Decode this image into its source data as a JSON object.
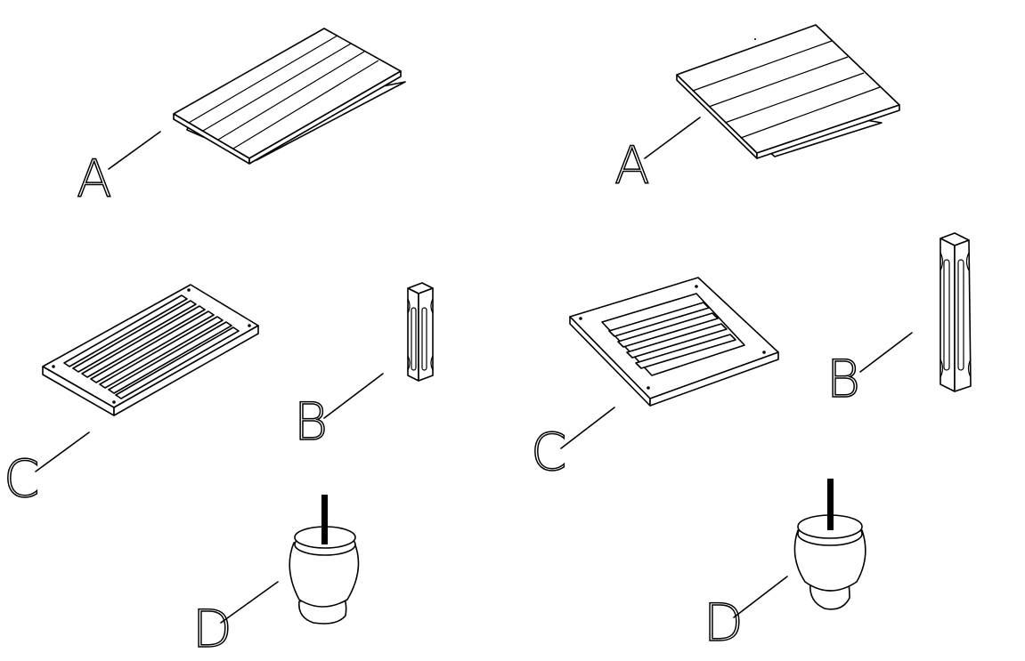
{
  "colors": {
    "line": "#000000",
    "background": "#ffffff"
  },
  "left_set": {
    "tabletop_label": "A",
    "leg_label": "B",
    "frame_label": "C",
    "foot_label": "D"
  },
  "right_set": {
    "tabletop_label": "A",
    "leg_label": "B",
    "frame_label": "C",
    "foot_label": "D"
  }
}
